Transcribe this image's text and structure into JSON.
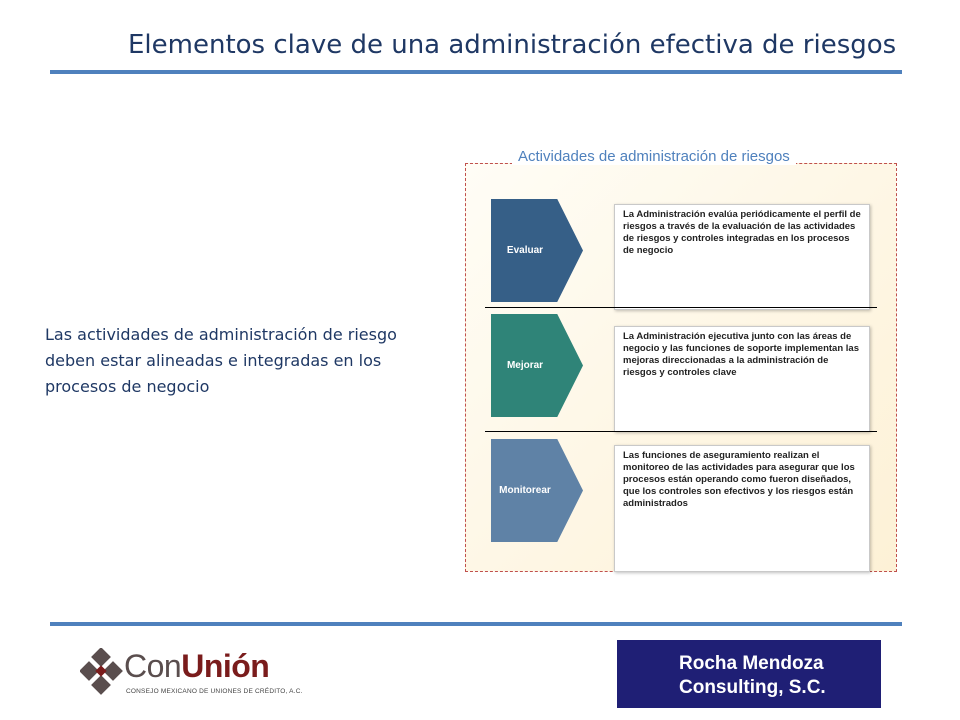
{
  "slide": {
    "title": "Elementos clave de una administración efectiva de riesgos",
    "body_text": "Las actividades de administración de riesgo deben estar alineadas e integradas en los procesos de negocio",
    "panel_title": "Actividades de administración de riesgos",
    "steps": [
      {
        "label": "Evaluar",
        "color": "#365f87",
        "description": "La Administración evalúa periódicamente el perfil de riesgos a través de la evaluación de las actividades de riesgos y controles integradas en los procesos de negocio"
      },
      {
        "label": "Mejorar",
        "color": "#2f8478",
        "description": "La Administración ejecutiva junto con las áreas de negocio y las funciones de soporte implementan las mejoras direccionadas a la administración de riesgos y controles clave"
      },
      {
        "label": "Monitorear",
        "color": "#5f82a6",
        "description": "Las funciones de aseguramiento realizan el monitoreo de las actividades para asegurar que los procesos están operando como fueron diseñados, que los controles son efectivos y los riesgos están administrados"
      }
    ]
  },
  "footer": {
    "logo_con": "Con",
    "logo_union": "Unión",
    "logo_subtitle": "CONSEJO MEXICANO DE UNIONES DE CRÉDITO, A.C.",
    "consultant_line1": "Rocha Mendoza",
    "consultant_line2": "Consulting, S.C.",
    "consultant_bg": "#1f1f75"
  },
  "colors": {
    "accent_rule": "#4f81bd",
    "title": "#1f3864",
    "panel_border": "#c0504d"
  }
}
